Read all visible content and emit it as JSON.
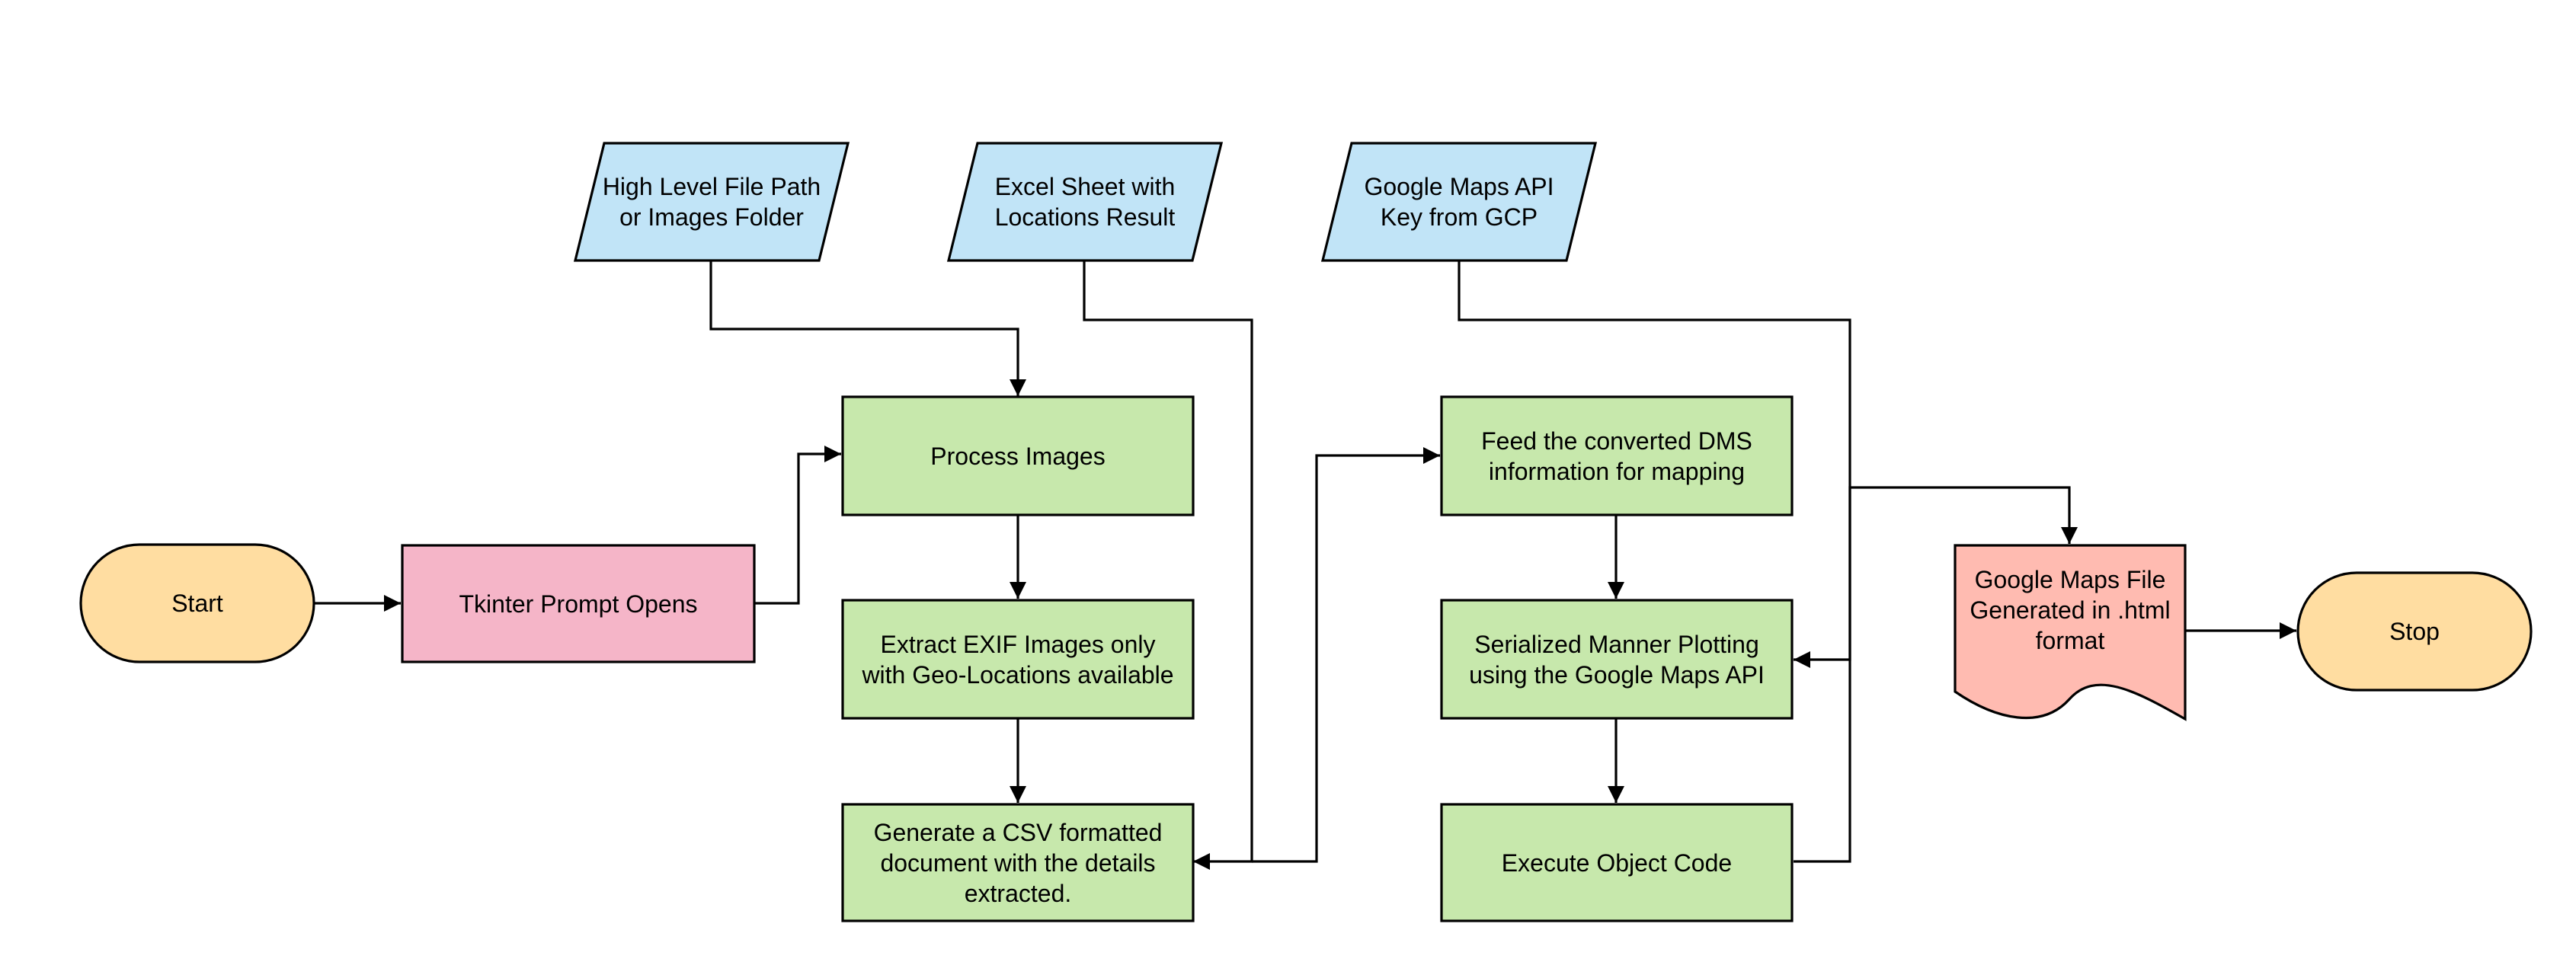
{
  "diagram": {
    "type": "flowchart",
    "colors": {
      "terminal": "#ffdda1",
      "process": "#c7e8ac",
      "input": "#c1e4f7",
      "prompt": "#f5b5c8",
      "document": "#ffbbb1",
      "line": "#000000"
    },
    "nodes": {
      "start": {
        "label": "Start",
        "shape": "terminal"
      },
      "tkinter": {
        "label": "Tkinter Prompt Opens",
        "shape": "process"
      },
      "input_path": {
        "label": "High Level File Path\nor Images Folder",
        "shape": "data"
      },
      "input_excel": {
        "label": "Excel Sheet with\nLocations Result",
        "shape": "data"
      },
      "input_api": {
        "label": "Google Maps API\nKey from GCP",
        "shape": "data"
      },
      "process_images": {
        "label": "Process Images",
        "shape": "process"
      },
      "extract_exif": {
        "label": "Extract EXIF Images only\nwith Geo-Locations available",
        "shape": "process"
      },
      "generate_csv": {
        "label": "Generate a CSV formatted\ndocument with the details\nextracted.",
        "shape": "process"
      },
      "feed_dms": {
        "label": "Feed the converted DMS\ninformation for mapping",
        "shape": "process"
      },
      "serialized": {
        "label": "Serialized Manner Plotting\nusing the Google Maps API",
        "shape": "process"
      },
      "execute": {
        "label": "Execute Object Code",
        "shape": "process"
      },
      "maps_file": {
        "label": "Google Maps File\nGenerated in .html\nformat",
        "shape": "document"
      },
      "stop": {
        "label": "Stop",
        "shape": "terminal"
      }
    },
    "edges": [
      {
        "from": "start",
        "to": "tkinter"
      },
      {
        "from": "tkinter",
        "to": "process_images"
      },
      {
        "from": "input_path",
        "to": "process_images"
      },
      {
        "from": "process_images",
        "to": "extract_exif"
      },
      {
        "from": "extract_exif",
        "to": "generate_csv"
      },
      {
        "from": "input_excel",
        "to": "generate_csv"
      },
      {
        "from": "generate_csv",
        "to": "feed_dms"
      },
      {
        "from": "feed_dms",
        "to": "serialized"
      },
      {
        "from": "serialized",
        "to": "execute"
      },
      {
        "from": "input_api",
        "to": "serialized"
      },
      {
        "from": "execute",
        "to": "maps_file"
      },
      {
        "from": "maps_file",
        "to": "stop"
      }
    ]
  }
}
